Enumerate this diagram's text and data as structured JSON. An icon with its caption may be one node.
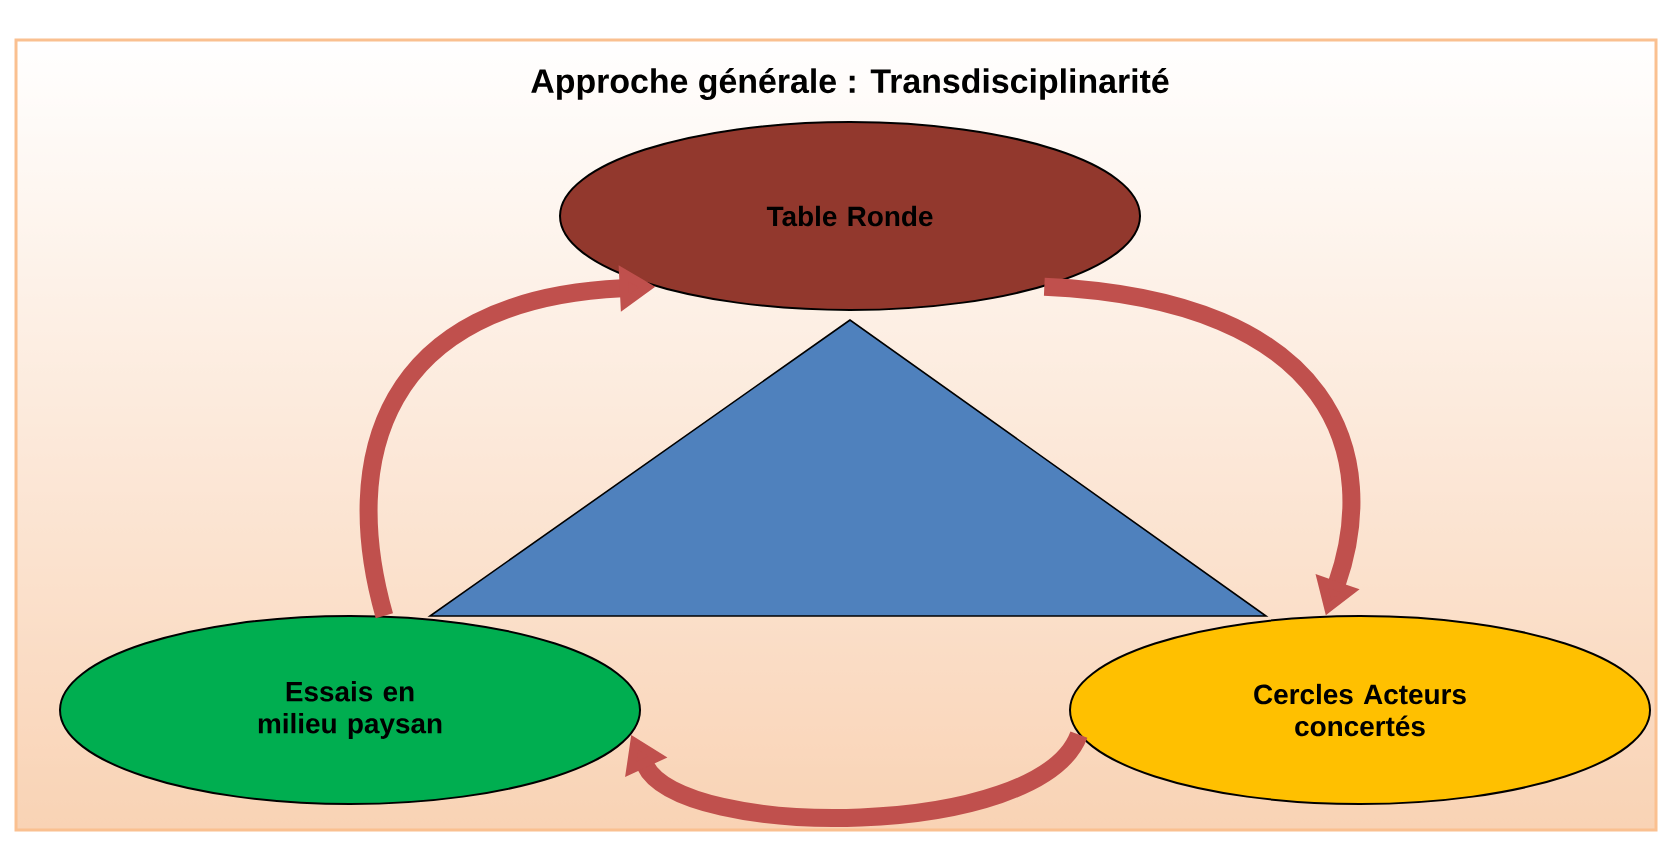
{
  "diagram": {
    "title": "Approche générale : Transdisciplinarité",
    "nodes": [
      {
        "text": [
          "Table Ronde"
        ]
      },
      {
        "text": [],
        "shape": "triangle"
      },
      {
        "text": [
          "Essais en milieu paysan"
        ]
      },
      {
        "text": [
          "Cercles Acteurs concertés"
        ]
      }
    ],
    "edges": [
      {
        "from": 2,
        "to": 0,
        "arrow": "to"
      },
      {
        "from": 0,
        "to": 3,
        "arrow": "to"
      },
      {
        "from": 3,
        "to": 2,
        "arrow": "to"
      }
    ]
  }
}
